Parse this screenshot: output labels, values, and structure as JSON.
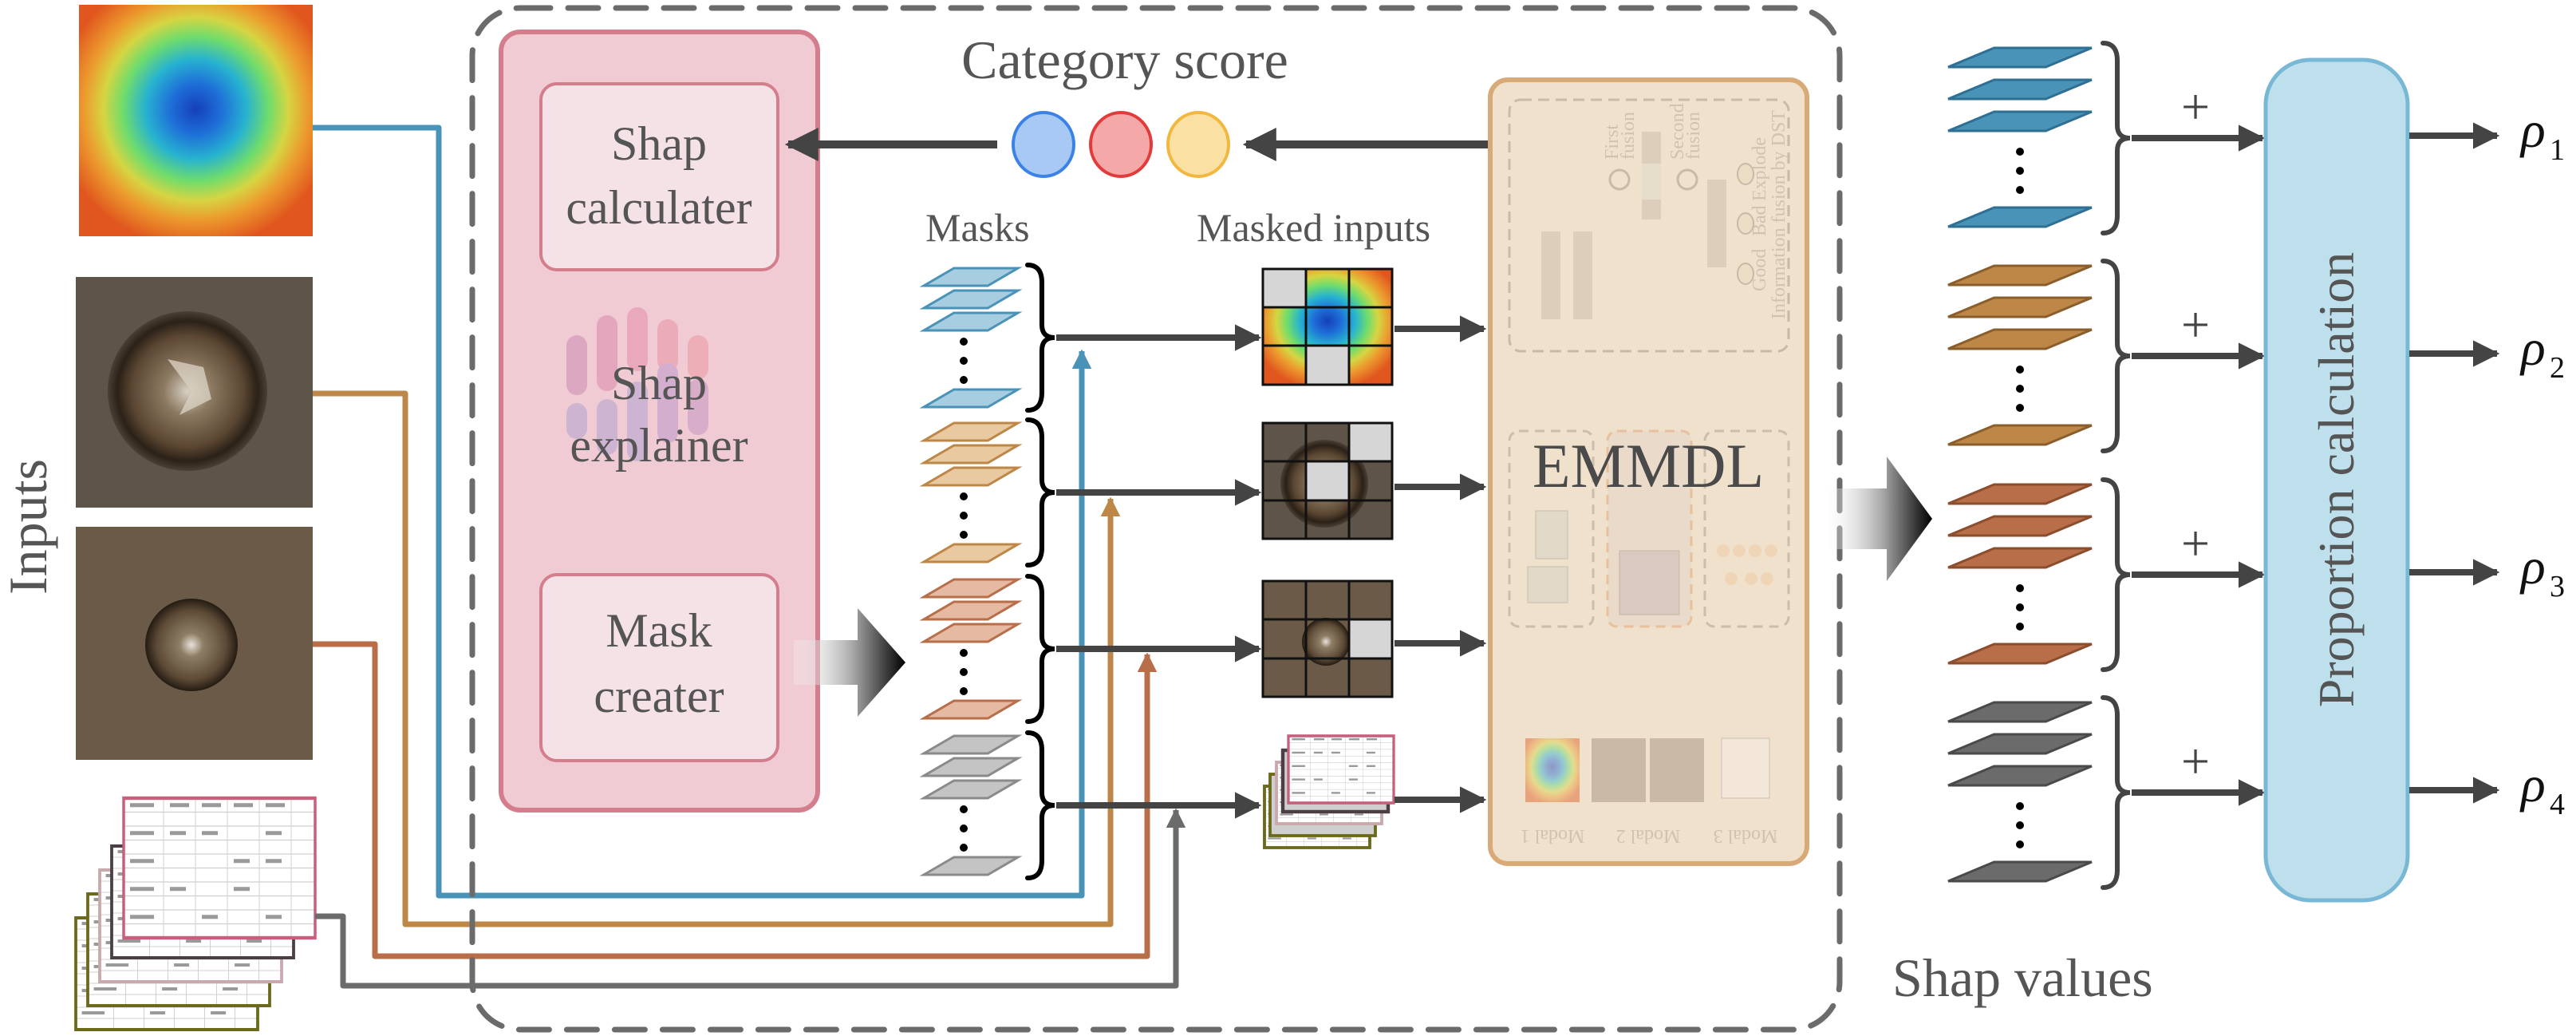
{
  "figure": {
    "inputs_label": "Inputs",
    "category_score_label": "Category score",
    "masks_label": "Masks",
    "masked_inputs_label": "Masked inputs",
    "shap_values_label": "Shap values",
    "plus_sign": "+"
  },
  "explainer": {
    "shap_calculater": [
      "Shap",
      "calculater"
    ],
    "shap_explainer": [
      "Shap",
      "explainer"
    ],
    "mask_creater": [
      "Mask",
      "creater"
    ]
  },
  "model": {
    "name": "EMMDL",
    "fusion_title": "Information fusion by DST",
    "first_fusion": [
      "First",
      "fusion"
    ],
    "second_fusion": [
      "Second",
      "fusion"
    ],
    "classes": [
      "Good",
      "Bad",
      "Explode"
    ],
    "modals": [
      "Modal 1",
      "Modal 2",
      "Modal 3"
    ]
  },
  "proportion": {
    "label": "Proportion calculation",
    "outputs": [
      {
        "symbol": "ρ",
        "sub": "1"
      },
      {
        "symbol": "ρ",
        "sub": "2"
      },
      {
        "symbol": "ρ",
        "sub": "3"
      },
      {
        "symbol": "ρ",
        "sub": "4"
      }
    ]
  },
  "colors": {
    "modal_heatmap": "#4a93b8",
    "modal_screw_large": "#bd8748",
    "modal_screw_small": "#b86e48",
    "modal_table": "#6b6b6b",
    "pink_box_fill": "#f0cbd3",
    "pink_box_border": "#d47d8d",
    "emmdl_fill": "#f0e1cd",
    "emmdl_border": "#d7aa77",
    "proportion_fill": "#bee0ec",
    "proportion_border": "#79b8d4",
    "score_blue": "#a9c9f5",
    "score_red": "#f5a8a8",
    "score_yellow": "#fbe0a4",
    "arrow": "#444444"
  }
}
